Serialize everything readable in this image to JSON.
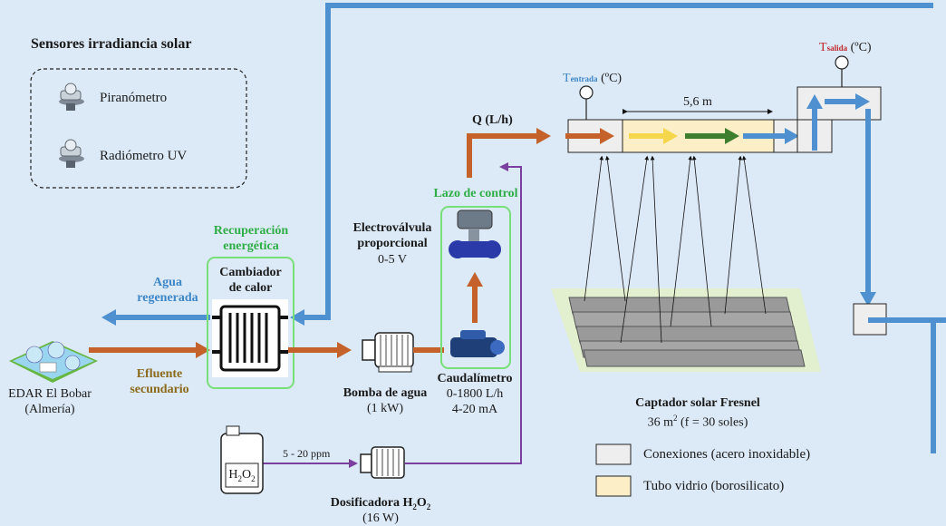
{
  "sensors": {
    "title": "Sensores irradiancia solar",
    "items": [
      {
        "label": "Piranómetro",
        "icon": "pyranometer-icon"
      },
      {
        "label": "Radiómetro UV",
        "icon": "uv-radiometer-icon"
      }
    ]
  },
  "plant": {
    "name": "EDAR El Bobar",
    "location": "(Almería)",
    "effluent_line1": "Efluente",
    "effluent_line2": "secundario",
    "regen_line1": "Agua",
    "regen_line2": "regenerada"
  },
  "heat_recovery": {
    "title_line1": "Recuperación",
    "title_line2": "energética",
    "exchanger_line1": "Cambiador",
    "exchanger_line2": "de calor"
  },
  "pump": {
    "title": "Bomba de agua",
    "power": "(1 kW)"
  },
  "valve": {
    "line1": "Electroválvula",
    "line2": "proporcional",
    "signal": "0-5 V"
  },
  "control_loop": {
    "title": "Lazo de control"
  },
  "flowmeter": {
    "title": "Caudalímetro",
    "range": "0-1800 L/h",
    "signal": "4-20 mA"
  },
  "flow_label": "Q (L/h)",
  "collector": {
    "length": "5,6 m",
    "title": "Captador solar Fresnel",
    "area": "36 m",
    "area_sup": "2",
    "factor": "(f = 30 soles)"
  },
  "temps": {
    "inlet_T": "T",
    "inlet_sub": "entrada",
    "inlet_unit": "(ºC)",
    "outlet_T": "T",
    "outlet_sub": "salida",
    "outlet_unit": "(ºC)"
  },
  "dosing": {
    "title_prefix": "Dosificadora H",
    "title_sub": "2",
    "title_mid": "O",
    "title_sub2": "2",
    "power": "(16 W)",
    "ppm": "5 - 20 ppm",
    "bottle_H": "H",
    "bottle_sub1": "2",
    "bottle_O": "O",
    "bottle_sub2": "2"
  },
  "legend": [
    {
      "label": "Conexiones (acero inoxidable)",
      "color": "#eeeeee"
    },
    {
      "label": "Tubo vidrio (borosilicato)",
      "color": "#fcefc8"
    }
  ],
  "colors": {
    "background": "#dce9f6",
    "blue_pipe": "#4f91d0",
    "orange_pipe": "#c5612a",
    "purple_line": "#7b3fa0",
    "green_box": "#78e07a",
    "yellow_arrow": "#f6d64a",
    "green_arrow": "#3f7d2f"
  }
}
